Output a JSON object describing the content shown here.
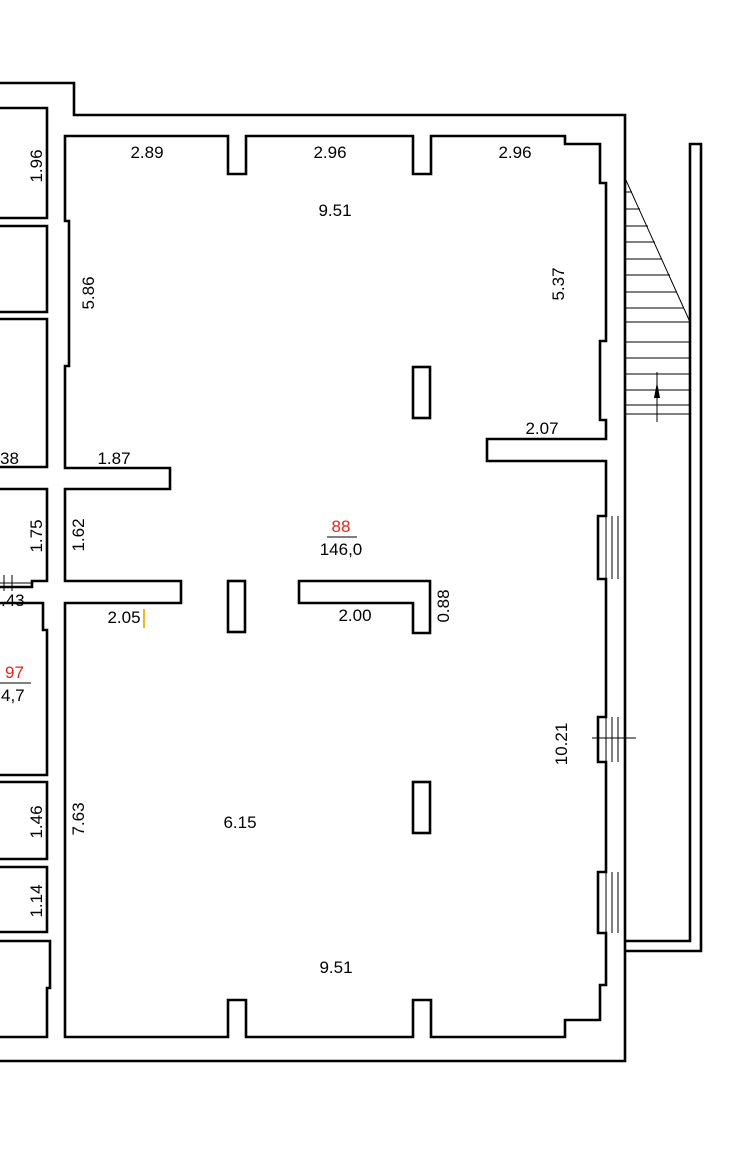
{
  "rooms": [
    {
      "number": "88",
      "area": "146,0",
      "color": "#e1251b"
    },
    {
      "number": "97",
      "area": "4,7",
      "color": "#e1251b"
    }
  ],
  "dimensions": {
    "top_left": "2.89",
    "top_mid": "2.96",
    "top_right": "2.96",
    "top_span": "9.51",
    "left_upper": "5.86",
    "right_upper": "5.37",
    "ledge_right": "2.07",
    "ledge_left": "1.87",
    "left_mid": "1.62",
    "partition_left": "2.05",
    "partition_right": "2.00",
    "partition_end": "0.88",
    "right_lower": "10.21",
    "left_lower": "7.63",
    "interior_width": "6.15",
    "bottom_span": "9.51",
    "adj_top": "1.96",
    "adj_mid": "1.75",
    "adj_lower1": "1.46",
    "adj_lower2": "1.14",
    "adj_cut1": "38",
    "adj_cut2": ".43"
  }
}
